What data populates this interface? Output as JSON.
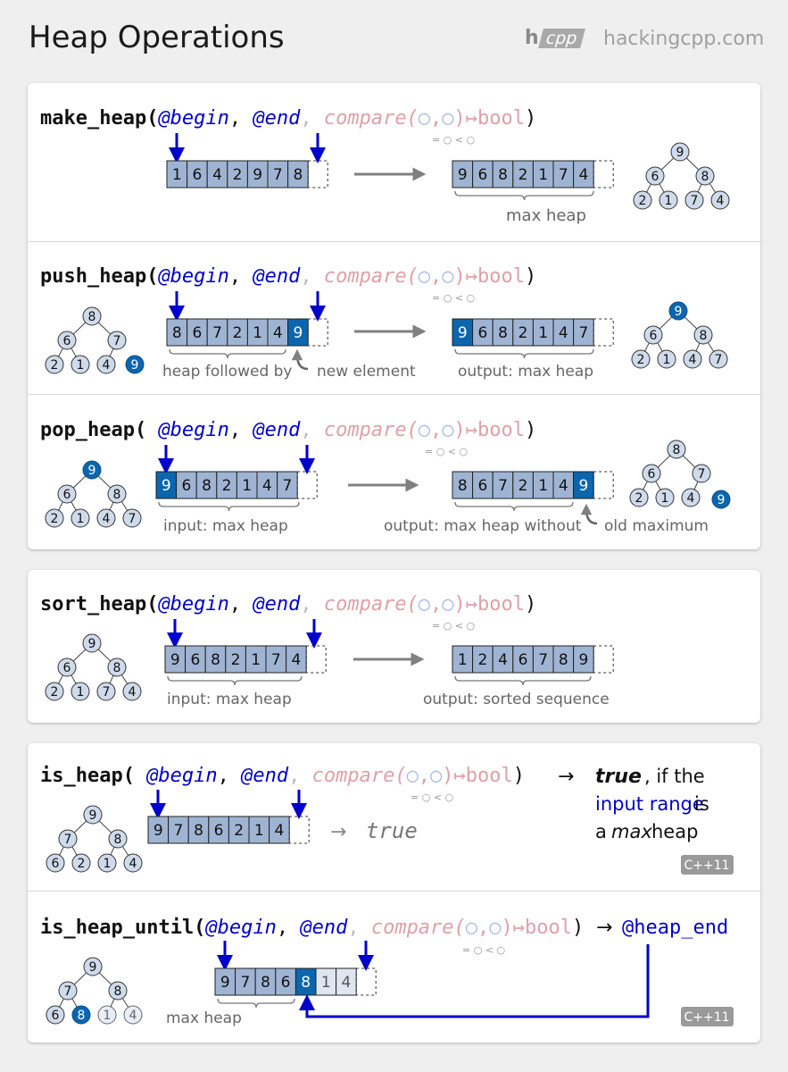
{
  "header": {
    "title": "Heap Operations",
    "logo_h": "h",
    "logo_cpp": "cpp",
    "site": "hackingcpp.com"
  },
  "sig": {
    "begin": "@begin",
    "end": "@end",
    "comma": ", ",
    "compare": "compare(",
    "circ": "○",
    "close": ")",
    "mapsto": "↦",
    "bool": "bool",
    "lt": "= ○ < ○"
  },
  "sections": {
    "make": {
      "fn": "make_heap(",
      "input": [
        "1",
        "6",
        "4",
        "2",
        "9",
        "7",
        "8"
      ],
      "output": [
        "9",
        "6",
        "8",
        "2",
        "1",
        "7",
        "4"
      ],
      "brace_label": "max heap",
      "tree": [
        "9",
        "6",
        "8",
        "2",
        "1",
        "7",
        "4"
      ]
    },
    "push": {
      "fn": "push_heap(",
      "input": [
        "8",
        "6",
        "7",
        "2",
        "1",
        "4",
        "9"
      ],
      "output": [
        "9",
        "6",
        "8",
        "2",
        "1",
        "4",
        "7"
      ],
      "label_left": "heap followed by",
      "label_new": "new element",
      "label_out": "output: max heap",
      "tree_in": [
        "8",
        "6",
        "7",
        "2",
        "1",
        "4",
        "9"
      ],
      "tree_out": [
        "9",
        "6",
        "8",
        "2",
        "1",
        "4",
        "7"
      ]
    },
    "pop": {
      "fn": "pop_heap( ",
      "input": [
        "9",
        "6",
        "8",
        "2",
        "1",
        "4",
        "7"
      ],
      "output": [
        "8",
        "6",
        "7",
        "2",
        "1",
        "4",
        "9"
      ],
      "label_in": "input: max heap",
      "label_out": "output: max heap without",
      "label_old": "old maximum",
      "tree_in": [
        "9",
        "6",
        "8",
        "2",
        "1",
        "4",
        "7"
      ],
      "tree_out": [
        "8",
        "6",
        "7",
        "2",
        "1",
        "4",
        "9"
      ]
    },
    "sort": {
      "fn": "sort_heap(",
      "input": [
        "9",
        "6",
        "8",
        "2",
        "1",
        "7",
        "4"
      ],
      "output": [
        "1",
        "2",
        "4",
        "6",
        "7",
        "8",
        "9"
      ],
      "label_in": "input: max heap",
      "label_out": "output: sorted sequence",
      "tree": [
        "9",
        "6",
        "8",
        "2",
        "1",
        "7",
        "4"
      ]
    },
    "isheap": {
      "fn": "is_heap( ",
      "input": [
        "9",
        "7",
        "8",
        "6",
        "2",
        "1",
        "4"
      ],
      "result_arrow": "→",
      "result": "true",
      "desc_true": "true",
      "desc_1": ", if the",
      "desc_2": "input range",
      "desc_3": " is",
      "desc_4": "a ",
      "desc_5": "max",
      "desc_6": " heap",
      "badge": "C++11",
      "tree": [
        "9",
        "7",
        "8",
        "6",
        "2",
        "1",
        "4"
      ]
    },
    "until": {
      "fn": "is_heap_until(",
      "input": [
        "9",
        "7",
        "8",
        "6",
        "8",
        "1",
        "4"
      ],
      "ret_arrow": "→",
      "ret": "@heap_end",
      "label": "max heap",
      "badge": "C++11",
      "tree": [
        "9",
        "7",
        "8",
        "6",
        "8",
        "1",
        "4"
      ]
    }
  },
  "colors": {
    "blue": "#0000cc",
    "cell": "#9fb4d3",
    "hl": "#0b66ad",
    "pink": "#e0a0a8",
    "gray": "#808080"
  }
}
